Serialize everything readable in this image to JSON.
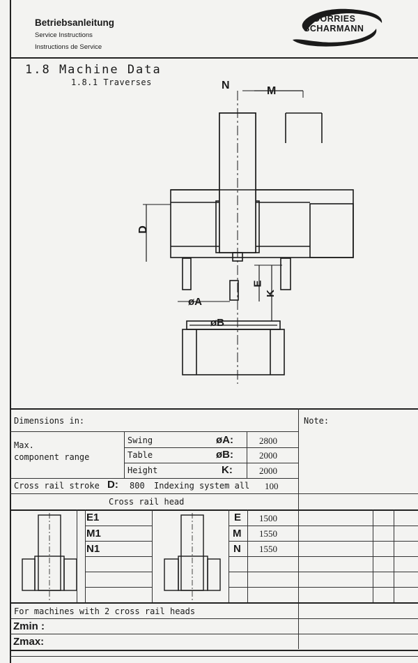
{
  "header": {
    "title_de": "Betriebsanleitung",
    "title_en": "Service Instructions",
    "title_fr": "Instructions de Service",
    "logo_line1": "DÖRRIES",
    "logo_line2": "SCHARMANN"
  },
  "section": {
    "title": "1.8 Machine Data",
    "subtitle": "1.8.1 Traverses"
  },
  "diagram_labels": {
    "N": "N",
    "M": "M",
    "D": "D",
    "E": "E",
    "K": "K",
    "A": "øA",
    "B": "øB"
  },
  "table": {
    "dimensions_label": "Dimensions in:",
    "note_label": "Note:",
    "max_label_1": "Max.",
    "max_label_2": "component range",
    "rows": [
      {
        "name": "Swing",
        "symbol": "øA:",
        "value": "2800"
      },
      {
        "name": "Table",
        "symbol": "øB:",
        "value": "2000"
      },
      {
        "name": "Height",
        "symbol": "K:",
        "value": "2000"
      }
    ],
    "cross_rail_label": "Cross rail stroke",
    "cross_rail_symbol": "D:",
    "cross_rail_value": "800",
    "indexing_label": "Indexing system all",
    "indexing_value": "100",
    "head_title": "Cross rail head",
    "left_params": [
      "E1",
      "M1",
      "N1"
    ],
    "right_params": [
      {
        "name": "E",
        "value": "1500"
      },
      {
        "name": "M",
        "value": "1550"
      },
      {
        "name": "N",
        "value": "1550"
      }
    ],
    "two_heads_label": "For machines with 2 cross rail heads",
    "zmin_label": "Zmin :",
    "zmax_label": "Zmax:"
  }
}
